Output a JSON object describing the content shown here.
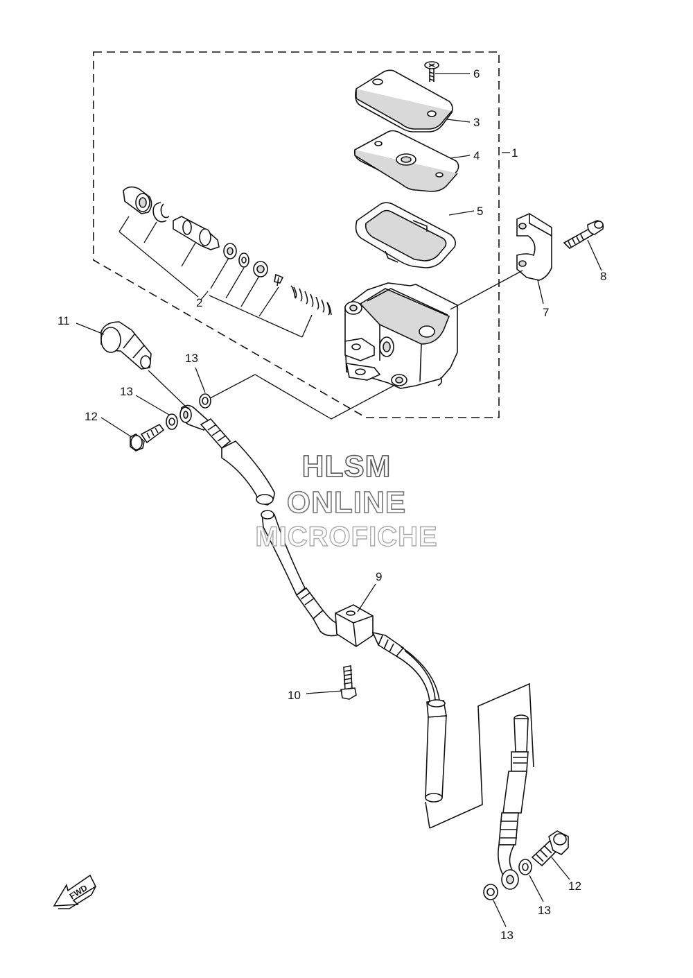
{
  "diagram": {
    "callouts": {
      "c1": "1",
      "c2": "2",
      "c3": "3",
      "c4": "4",
      "c5": "5",
      "c6": "6",
      "c7": "7",
      "c8": "8",
      "c9": "9",
      "c10": "10",
      "c11": "11",
      "c12a": "12",
      "c12b": "12",
      "c13a": "13",
      "c13b": "13",
      "c13c": "13",
      "c13d": "13"
    },
    "fwd_label": "FWD"
  },
  "watermark": {
    "line1": "HLSM",
    "line2": "ONLINE",
    "line3": "MICROFICHE"
  }
}
